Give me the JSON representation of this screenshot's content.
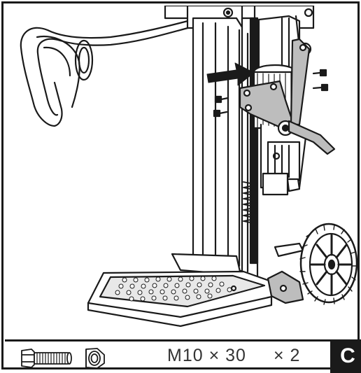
{
  "footer": {
    "spec_label": "M10 × 30",
    "quantity_label": "× 2",
    "step_letter": "C"
  },
  "icons": {
    "bolt": "bolt-icon",
    "nut": "nut-icon",
    "arrow": "arrow-icon"
  }
}
